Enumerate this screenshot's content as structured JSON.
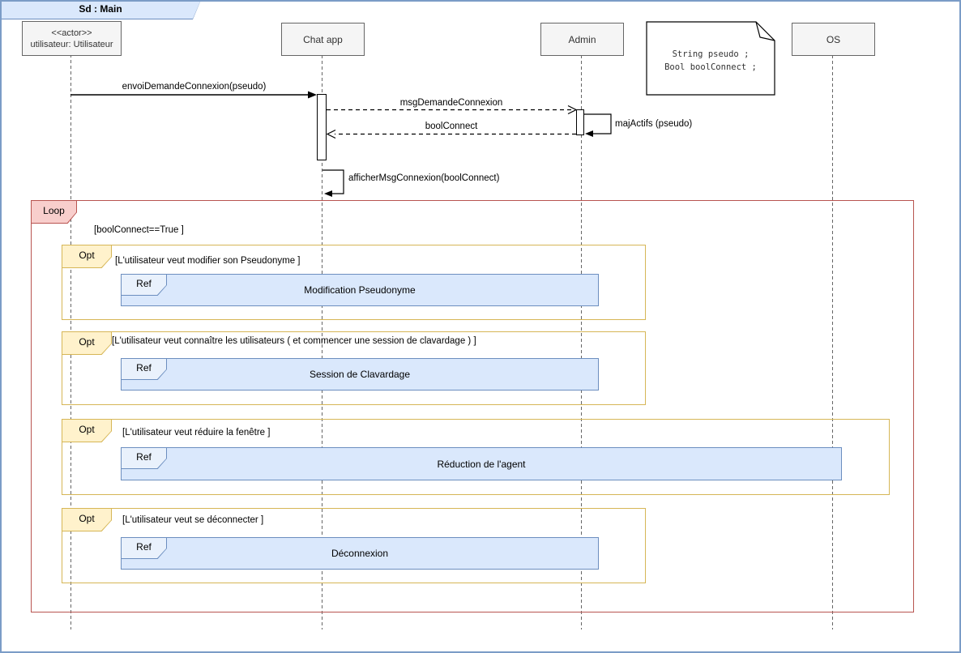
{
  "frame": {
    "title": "Sd :  Main"
  },
  "lifelines": [
    {
      "stereotype": "<<actor>>",
      "name": "utilisateur: Utilisateur"
    },
    {
      "name": "Chat app"
    },
    {
      "name": "Admin"
    },
    {
      "name": "OS"
    }
  ],
  "note": {
    "line1": "String pseudo ;",
    "line2": "Bool boolConnect ;"
  },
  "messages": {
    "envoi": "envoiDemandeConnexion(pseudo)",
    "msg_demande": "msgDemandeConnexion",
    "bool_connect": "boolConnect",
    "maj_actifs": "majActifs (pseudo)",
    "afficher": "afficherMsgConnexion(boolConnect)"
  },
  "loop": {
    "label": "Loop",
    "guard": "[boolConnect==True ]"
  },
  "opts": [
    {
      "label": "Opt",
      "guard": "[L'utilisateur veut modifier son Pseudonyme ]",
      "ref": {
        "label": "Ref",
        "title": "Modification Pseudonyme"
      }
    },
    {
      "label": "Opt",
      "guard": "[L'utilisateur veut connaître les utilisateurs ( et commencer une session de clavardage ) ]",
      "ref": {
        "label": "Ref",
        "title": "Session de Clavardage"
      }
    },
    {
      "label": "Opt",
      "guard": "[L'utilisateur veut réduire la fenêtre ]",
      "ref": {
        "label": "Ref",
        "title": "Réduction de l'agent"
      }
    },
    {
      "label": "Opt",
      "guard": "[L'utilisateur veut se déconnecter ]",
      "ref": {
        "label": "Ref",
        "title": "Déconnexion"
      }
    }
  ],
  "colors": {
    "page_border": "#7b9cc7",
    "banner_fill": "#dae8fc",
    "banner_border": "#6c8ebf",
    "loop_fill": "#f8cecc",
    "loop_border": "#b85450",
    "opt_fill": "#fff2cc",
    "opt_border": "#d6b656",
    "ref_fill": "#dae8fc",
    "ref_border": "#6c8ebf",
    "head_box_fill": "#f5f5f5",
    "head_box_border": "#666666"
  }
}
